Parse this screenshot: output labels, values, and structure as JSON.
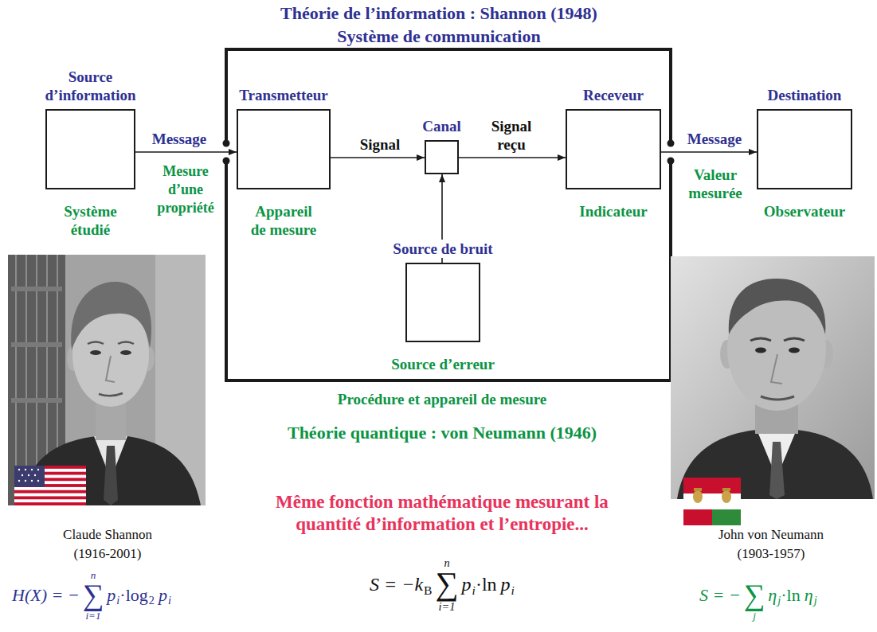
{
  "diagram": {
    "title": "Théorie de l’information : Shannon (1948)",
    "nodes": [
      {
        "text": [
          "Source d’information",
          "Système étudié"
        ]
      },
      {
        "text": [
          "Transmetteur",
          "Appareil de mesure"
        ]
      },
      {
        "text": [
          "Canal"
        ]
      },
      {
        "text": [
          "Receveur",
          "Indicateur"
        ]
      },
      {
        "text": [
          "Destination",
          "Observateur"
        ]
      },
      {
        "text": [
          "Source de bruit",
          "Source d’erreur"
        ]
      }
    ],
    "edges": [
      {
        "from": 0,
        "to": 1,
        "arrow": "to",
        "label": "Message"
      },
      {
        "from": 1,
        "to": 2,
        "arrow": "to",
        "label": "Signal"
      },
      {
        "from": 2,
        "to": 3,
        "arrow": "to",
        "label": "Signal reçu"
      },
      {
        "from": 3,
        "to": 4,
        "arrow": "to",
        "label": "Message"
      },
      {
        "from": 5,
        "to": 2,
        "arrow": "to"
      }
    ],
    "labels": [
      "Système de communication",
      "Mesure d’une propriété",
      "Valeur mesurée",
      "Procédure et appareil de mesure",
      "Théorie quantique : von Neumann (1946)",
      "Même fonction mathématique mesurant la quantité d’information et l’entropie...",
      "Claude Shannon (1916-2001)",
      "John von Neumann (1903-1957)",
      "H(X) = −",
      "∑",
      "n",
      "i=1",
      "p",
      "i",
      "·log",
      "2",
      "p",
      "i",
      "S = −k",
      "B",
      "∑",
      "n",
      "i=1",
      "p",
      "i",
      "·ln",
      "p",
      "i",
      "S = −",
      "∑",
      "j",
      "η",
      "j",
      "·ln",
      "η",
      "j"
    ]
  }
}
